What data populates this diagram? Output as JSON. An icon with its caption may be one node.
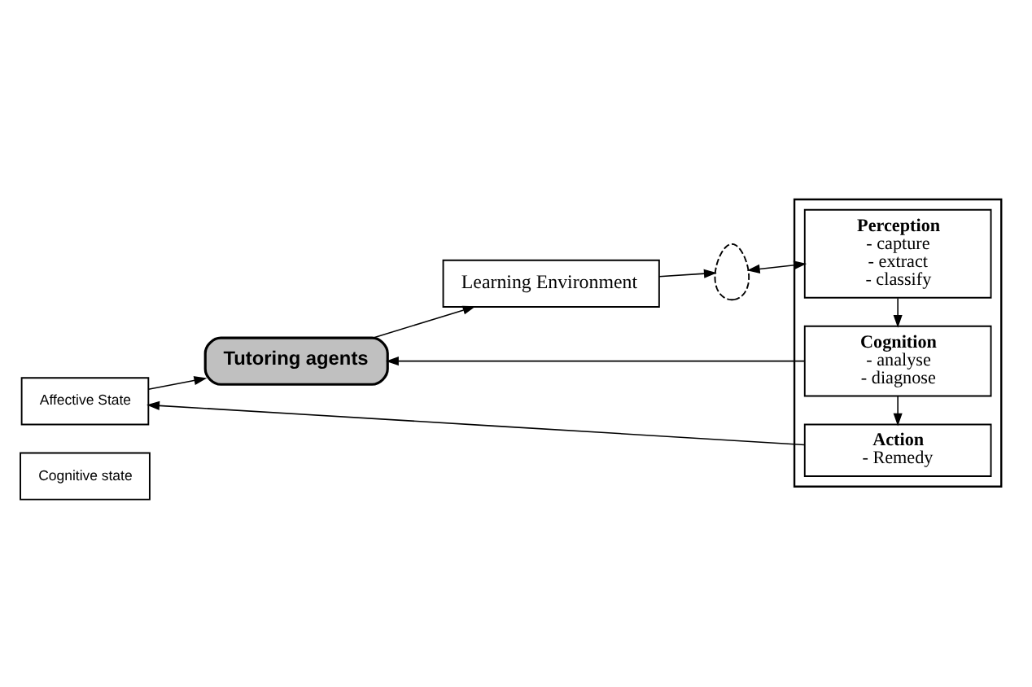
{
  "diagram": {
    "nodes": [
      {
        "text": [
          "Cognitive state"
        ]
      },
      {
        "text": [
          "Affective State"
        ]
      },
      {
        "text": [],
        "shape": "box"
      },
      {
        "text": [
          "Action",
          "- Remedy"
        ],
        "in": 2
      },
      {
        "text": [
          "Cognition",
          "- analyse",
          "- diagnose"
        ],
        "in": 2
      },
      {
        "text": [
          "Perception",
          "- capture",
          "- extract",
          "- classify"
        ],
        "in": 2
      },
      {
        "text": [
          "Tutoring agents"
        ]
      },
      {
        "text": [
          "Learning Environment"
        ]
      },
      {
        "text": [],
        "shape": "person"
      }
    ],
    "edges": [
      {
        "from": 3,
        "to": 1,
        "arrow": "to"
      },
      {
        "from": 1,
        "to": 6,
        "arrow": "to"
      },
      {
        "from": 4,
        "to": 6,
        "arrow": "to"
      },
      {
        "from": 6,
        "to": 7,
        "arrow": "to"
      },
      {
        "from": 7,
        "to": 8,
        "arrow": "to"
      },
      {
        "from": 8,
        "to": 5,
        "arrow": "both"
      },
      {
        "from": 5,
        "to": 4,
        "arrow": "to"
      },
      {
        "from": 4,
        "to": 3,
        "arrow": "to"
      }
    ]
  }
}
